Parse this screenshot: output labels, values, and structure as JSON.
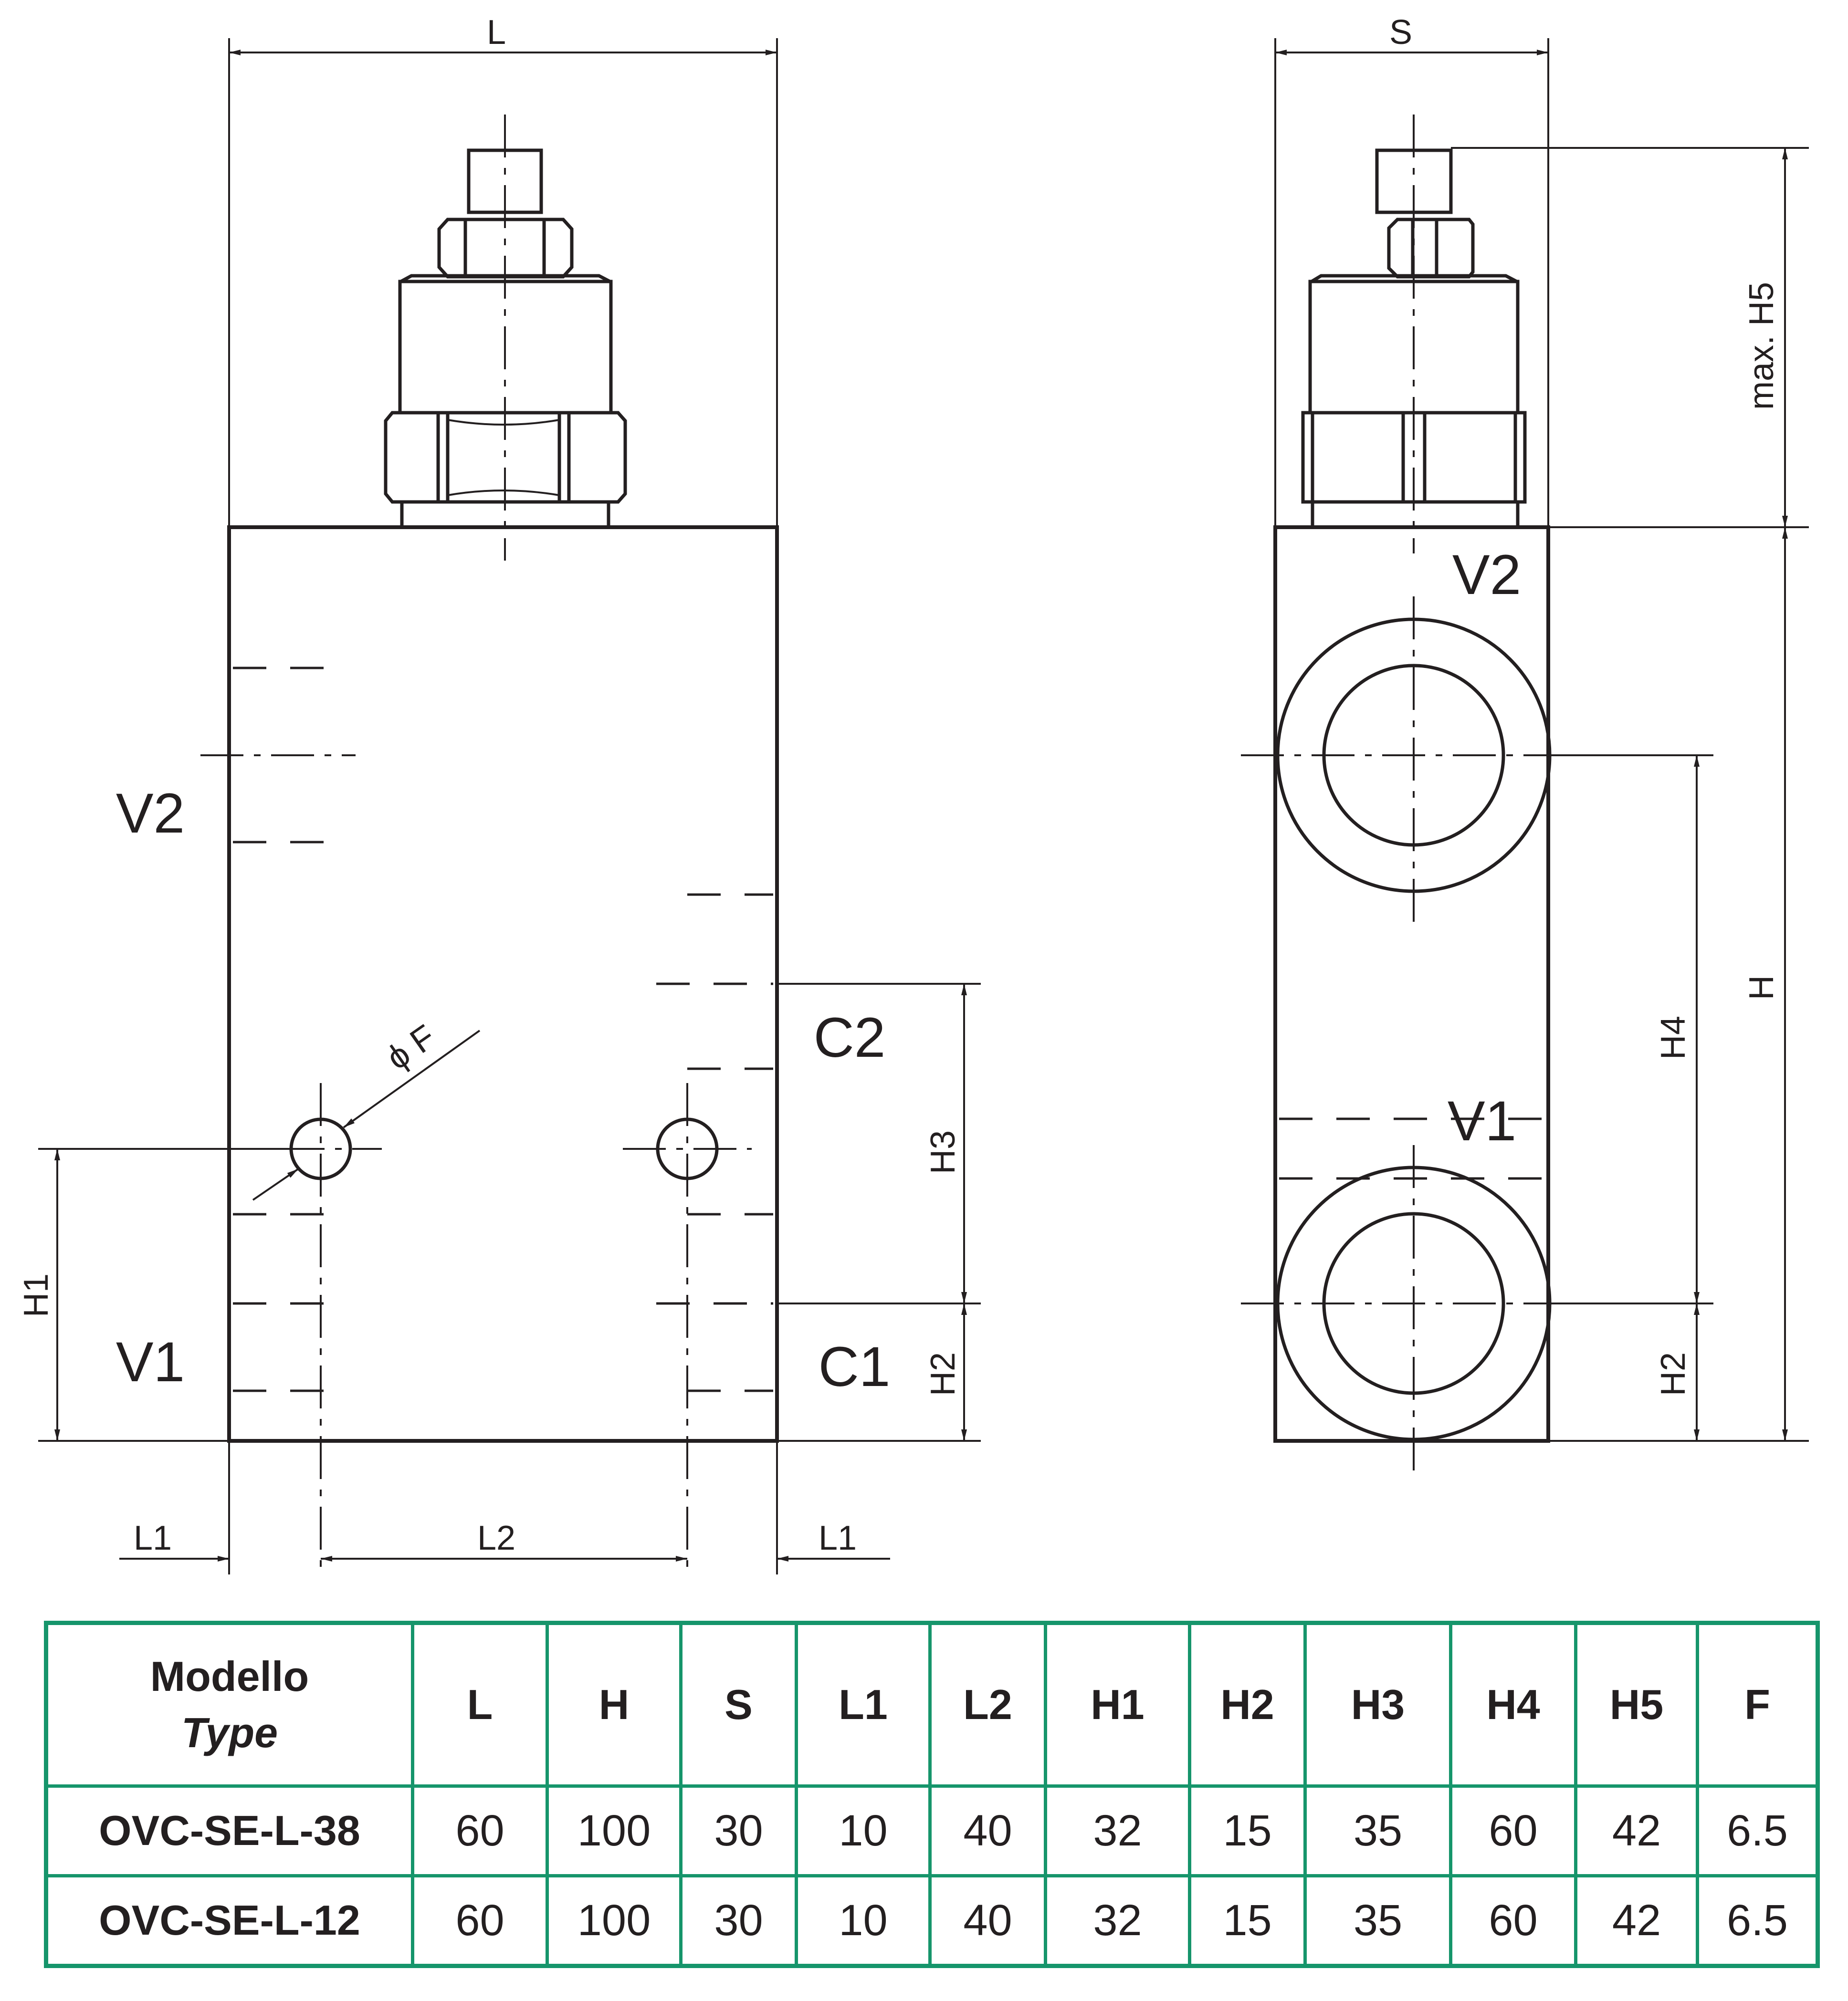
{
  "drawing": {
    "front_view": {
      "dimensions": {
        "L": "L",
        "L1_left": "L1",
        "L2": "L2",
        "L1_right": "L1",
        "H1": "H1",
        "H2": "H2",
        "H3": "H3",
        "F": "ϕ F"
      },
      "ports": {
        "V2": "V2",
        "V1": "V1",
        "C2": "C2",
        "C1": "C1"
      }
    },
    "side_view": {
      "dimensions": {
        "S": "S",
        "H5": "max. H5",
        "H": "H",
        "H4": "H4",
        "H2": "H2"
      },
      "ports": {
        "V2": "V2",
        "V1": "V1"
      }
    }
  },
  "table": {
    "header_model": "Modello",
    "header_type": "Type",
    "columns": [
      "L",
      "H",
      "S",
      "L1",
      "L2",
      "H1",
      "H2",
      "H3",
      "H4",
      "H5",
      "F"
    ],
    "rows": [
      {
        "model": "OVC-SE-L-38",
        "values": [
          "60",
          "100",
          "30",
          "10",
          "40",
          "32",
          "15",
          "35",
          "60",
          "42",
          "6.5"
        ]
      },
      {
        "model": "OVC-SE-L-12",
        "values": [
          "60",
          "100",
          "30",
          "10",
          "40",
          "32",
          "15",
          "35",
          "60",
          "42",
          "6.5"
        ]
      }
    ]
  },
  "colors": {
    "line": "#231f20",
    "table_border": "#16956b"
  }
}
